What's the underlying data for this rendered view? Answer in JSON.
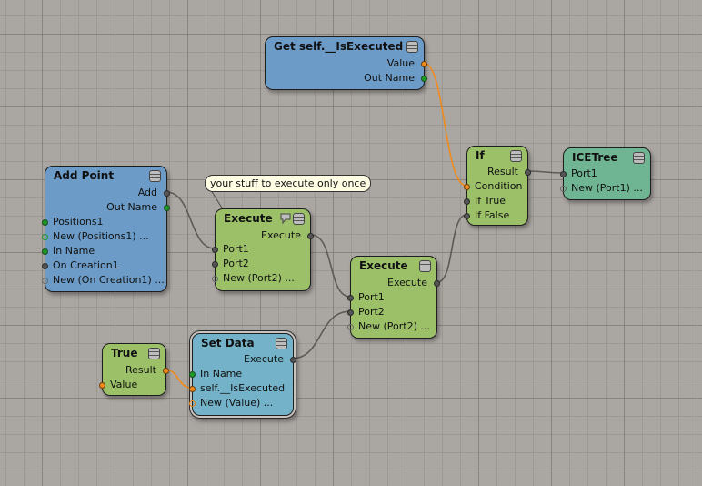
{
  "colors": {
    "canvas_bg": "#aaa6a2",
    "node_blue": "#6b9bc6",
    "node_green": "#9bc068",
    "node_teal": "#6fb493",
    "node_cyan": "#73b2c9",
    "wire_gray": "#5e5a58",
    "wire_orange": "#f08a1c",
    "port_green": "#1d9a26",
    "port_orange": "#f08a1c"
  },
  "comment": "your stuff to execute only once",
  "nodes": {
    "get_is_executed": {
      "title": "Get self.__IsExecuted",
      "outputs": [
        "Value",
        "Out Name"
      ]
    },
    "add_point": {
      "title": "Add Point",
      "outputs": [
        "Add",
        "Out Name"
      ],
      "inputs": [
        "Positions1",
        "New (Positions1) ...",
        "In Name",
        "On Creation1",
        "New (On Creation1) ..."
      ]
    },
    "execute_1": {
      "title": "Execute",
      "outputs": [
        "Execute"
      ],
      "inputs": [
        "Port1",
        "Port2",
        "New (Port2) ..."
      ]
    },
    "execute_2": {
      "title": "Execute",
      "outputs": [
        "Execute"
      ],
      "inputs": [
        "Port1",
        "Port2",
        "New (Port2) ..."
      ]
    },
    "if_node": {
      "title": "If",
      "outputs": [
        "Result"
      ],
      "inputs": [
        "Condition",
        "If True",
        "If False"
      ]
    },
    "ice_tree": {
      "title": "ICETree",
      "inputs": [
        "Port1",
        "New (Port1) ..."
      ]
    },
    "true_node": {
      "title": "True",
      "outputs": [
        "Result"
      ],
      "inputs": [
        "Value"
      ]
    },
    "set_data": {
      "title": "Set Data",
      "outputs": [
        "Execute"
      ],
      "inputs": [
        "In Name",
        "self.__IsExecuted",
        "New (Value) ..."
      ]
    }
  }
}
